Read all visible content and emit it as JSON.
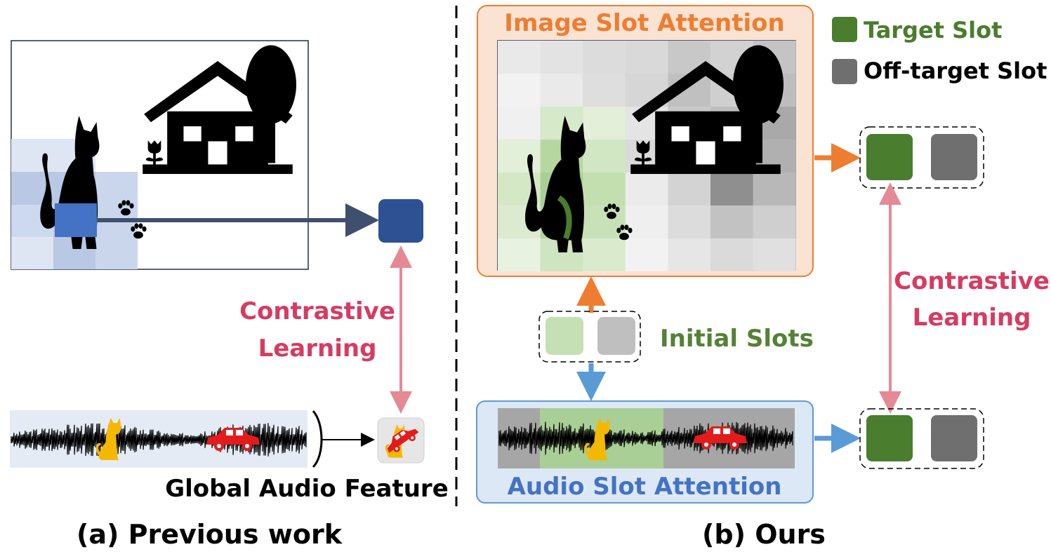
{
  "left": {
    "contrastive_line1": "Contrastive",
    "contrastive_line2": "Learning",
    "global_audio_feature": "Global Audio Feature",
    "caption": "(a) Previous work"
  },
  "right": {
    "image_slot_attention": "Image Slot Attention",
    "audio_slot_attention": "Audio Slot Attention",
    "initial_slots": "Initial Slots",
    "contrastive_line1": "Contrastive",
    "contrastive_line2": "Learning",
    "caption": "(b) Ours"
  },
  "legend": {
    "target": "Target Slot",
    "off_target": "Off-target Slot"
  },
  "colors": {
    "target": "#4a7d2e",
    "off_target": "#6f6f6f",
    "orange": "#ee7d31",
    "blue": "#5b9bd5",
    "pink": "#d63b62",
    "dark_blue": "#2e5194",
    "initial_green": "#c5e0b4",
    "initial_gray": "#bfbfbf"
  },
  "icons": [
    "cat-icon",
    "house-icon",
    "tree-icon",
    "flower-icon",
    "paw-icon",
    "car-icon",
    "audio-waveform"
  ]
}
